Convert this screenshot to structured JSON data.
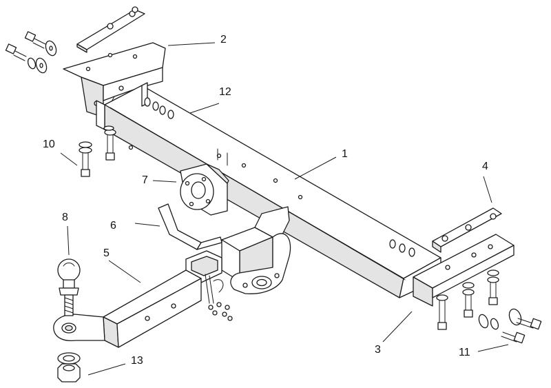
{
  "callouts": [
    {
      "id": "c1",
      "text": "1"
    },
    {
      "id": "c2",
      "text": "2"
    },
    {
      "id": "c3",
      "text": "3"
    },
    {
      "id": "c4",
      "text": "4"
    },
    {
      "id": "c5",
      "text": "5"
    },
    {
      "id": "c6",
      "text": "6"
    },
    {
      "id": "c7",
      "text": "7"
    },
    {
      "id": "c8",
      "text": "8"
    },
    {
      "id": "c10",
      "text": "10"
    },
    {
      "id": "c11",
      "text": "11"
    },
    {
      "id": "c12",
      "text": "12"
    },
    {
      "id": "c13",
      "text": "13"
    }
  ],
  "colors": {
    "line": "#1a1a1a",
    "background": "#ffffff",
    "shade": "#e4e4e4"
  }
}
